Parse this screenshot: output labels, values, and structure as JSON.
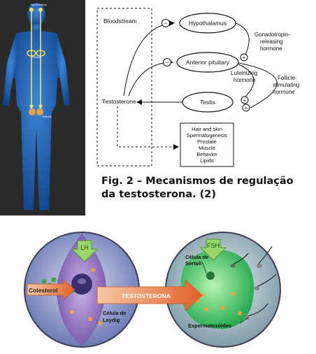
{
  "body_panel": {
    "labels": {
      "hypothalamus": "Hypothalamus",
      "pituitary": "Pituitary",
      "testicles": "Testicles"
    }
  },
  "flow_diagram": {
    "bloodstream": "Bloodstream",
    "hypothalamus": "Hypothalamus",
    "anterior_pituitary": "Anterior pituitary",
    "testis": "Testis",
    "testosterone": "Testosterone",
    "gnrh_line1": "Gonadotropin-",
    "gnrh_line2": "releasing",
    "gnrh_line3": "hormone",
    "lh_line1": "Luteinizing",
    "lh_line2": "hormone",
    "fsh_line1": "Follicle-",
    "fsh_line2": "stimulating",
    "fsh_line3": "hormone",
    "neg_sign": "−",
    "pos_sign": "+",
    "effects": [
      "Hair and skin",
      "Spermatogenesis",
      "Prostate",
      "Muscle",
      "Behavior",
      "Lipids"
    ]
  },
  "caption": {
    "line1": "Fig. 2 – Mecanismos de regulação",
    "line2": "da testosterona. (2)"
  },
  "cell_diagram": {
    "lh": "LH",
    "fsh": "FSH",
    "colesterol": "Colesterol",
    "testosterona": "TESTOSTERONA",
    "leydig_line1": "Célula de",
    "leydig_line2": "Leydig",
    "sertoli_line1": "Célula de",
    "sertoli_line2": "Sertoli",
    "espermatozoides": "Espermatozóides"
  },
  "colors": {
    "body_blue": "#1f5fb0",
    "leydig_purple": "#8a67b8",
    "sertoli_green": "#3fc26a",
    "arrow_orange": "#ec7a3c",
    "pituitary_arrow_green": "#8ad25e"
  }
}
